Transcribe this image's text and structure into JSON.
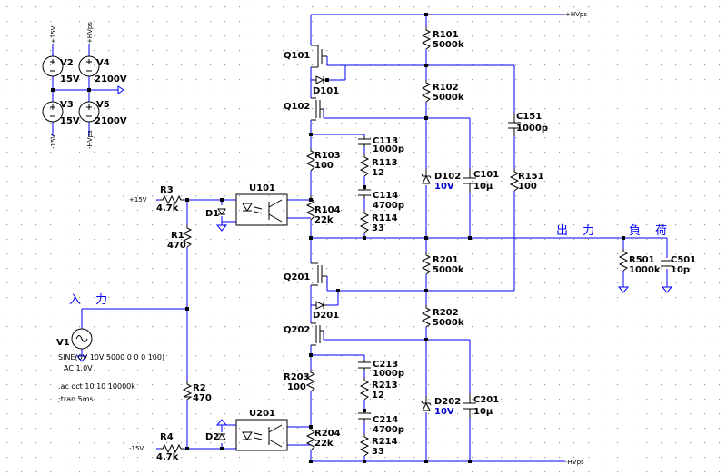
{
  "colors": {
    "wire": "#0000ff",
    "component": "#000000",
    "value_highlight": "#0000cc",
    "grid": "#9a9a9a",
    "background": "#ffffff"
  },
  "nets": {
    "hv_plus": "+HVps",
    "hv_minus": "-HVps",
    "v15_plus": "+15V",
    "v15_minus": "-15V"
  },
  "labels": {
    "input": "入 力",
    "output": "出 力",
    "load": "負 荷"
  },
  "sources": {
    "v2": {
      "ref": "V2",
      "value": "15V"
    },
    "v3": {
      "ref": "V3",
      "value": "15V"
    },
    "v4": {
      "ref": "V4",
      "value": "2100V"
    },
    "v5": {
      "ref": "V5",
      "value": "2100V"
    },
    "v1": {
      "ref": "V1",
      "value": "SINE(0V 10V 5000 0 0 0 100)",
      "ac": "AC 1.0V"
    }
  },
  "directives": [
    ".ac oct 10 10 10000k",
    ";tran 5ms"
  ],
  "components": {
    "q101": "Q101",
    "q102": "Q102",
    "q201": "Q201",
    "q202": "Q202",
    "d101": "D101",
    "d201": "D201",
    "d1": "D1",
    "d2": "D2",
    "u101": "U101",
    "u201": "U201",
    "r3": {
      "ref": "R3",
      "value": "4.7k"
    },
    "r4": {
      "ref": "R4",
      "value": "4.7k"
    },
    "r1": {
      "ref": "R1",
      "value": "470"
    },
    "r2": {
      "ref": "R2",
      "value": "470"
    },
    "r101": {
      "ref": "R101",
      "value": "5000k"
    },
    "r102": {
      "ref": "R102",
      "value": "5000k"
    },
    "r103": {
      "ref": "R103",
      "value": "100"
    },
    "r104": {
      "ref": "R104",
      "value": "22k"
    },
    "r113": {
      "ref": "R113",
      "value": "12"
    },
    "r114": {
      "ref": "R114",
      "value": "33"
    },
    "c113": {
      "ref": "C113",
      "value": "1000p"
    },
    "c114": {
      "ref": "C114",
      "value": "4700p"
    },
    "d102": {
      "ref": "D102",
      "value": "10V"
    },
    "c101": {
      "ref": "C101",
      "value": "10µ"
    },
    "r151": {
      "ref": "R151",
      "value": "100"
    },
    "c151": {
      "ref": "C151",
      "value": "1000p"
    },
    "r201": {
      "ref": "R201",
      "value": "5000k"
    },
    "r202": {
      "ref": "R202",
      "value": "5000k"
    },
    "r203": {
      "ref": "R203",
      "value": "100"
    },
    "r204": {
      "ref": "R204",
      "value": "22k"
    },
    "r213": {
      "ref": "R213",
      "value": "12"
    },
    "r214": {
      "ref": "R214",
      "value": "33"
    },
    "c213": {
      "ref": "C213",
      "value": "1000p"
    },
    "c214": {
      "ref": "C214",
      "value": "4700p"
    },
    "d202": {
      "ref": "D202",
      "value": "10V"
    },
    "c201": {
      "ref": "C201",
      "value": "10µ"
    },
    "r501": {
      "ref": "R501",
      "value": "1000k"
    },
    "c501": {
      "ref": "C501",
      "value": "10p"
    }
  }
}
